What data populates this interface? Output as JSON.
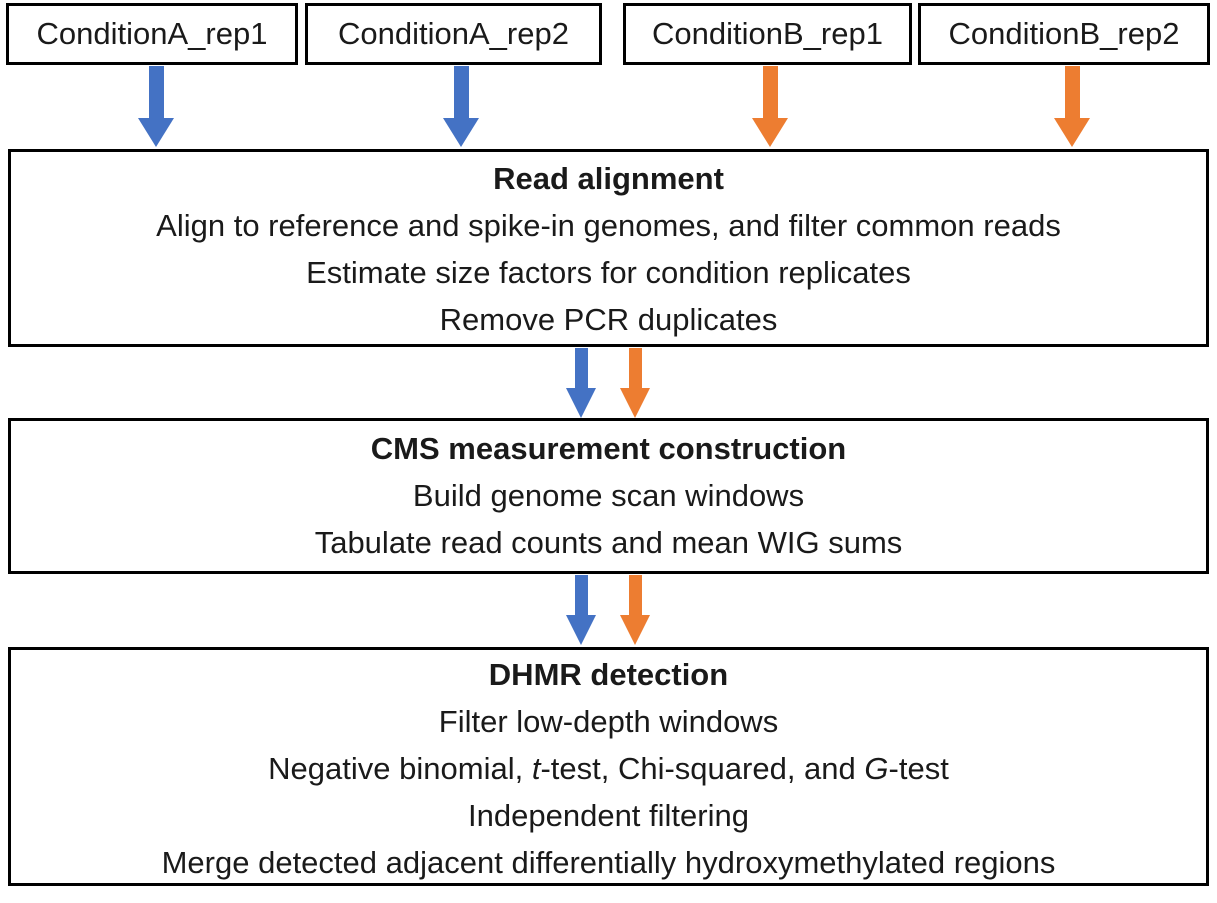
{
  "palette": {
    "blue": "#4472C4",
    "orange": "#ED7D31",
    "border": "#000000",
    "background": "#FFFFFF"
  },
  "inputs": {
    "a1": {
      "label": "ConditionA_rep1",
      "arrow_color": "#4472C4"
    },
    "a2": {
      "label": "ConditionA_rep2",
      "arrow_color": "#4472C4"
    },
    "b1": {
      "label": "ConditionB_rep1",
      "arrow_color": "#ED7D31"
    },
    "b2": {
      "label": "ConditionB_rep2",
      "arrow_color": "#ED7D31"
    }
  },
  "stages": {
    "read_alignment": {
      "title": "Read alignment",
      "line1": "Align to reference and spike-in genomes, and filter common reads",
      "line2": "Estimate size factors for condition replicates",
      "line3": "Remove PCR duplicates"
    },
    "cms": {
      "title": "CMS measurement construction",
      "line1": "Build genome scan windows",
      "line2": "Tabulate read counts and mean WIG sums"
    },
    "dhmr": {
      "title": "DHMR detection",
      "line1": "Filter low-depth windows",
      "line2_pre": "Negative binomial, ",
      "line2_italic1": "t",
      "line2_mid": "-test, Chi-squared, and ",
      "line2_italic2": "G",
      "line2_post": "-test",
      "line3": "Independent filtering",
      "line4": "Merge detected adjacent differentially hydroxymethylated regions"
    }
  }
}
